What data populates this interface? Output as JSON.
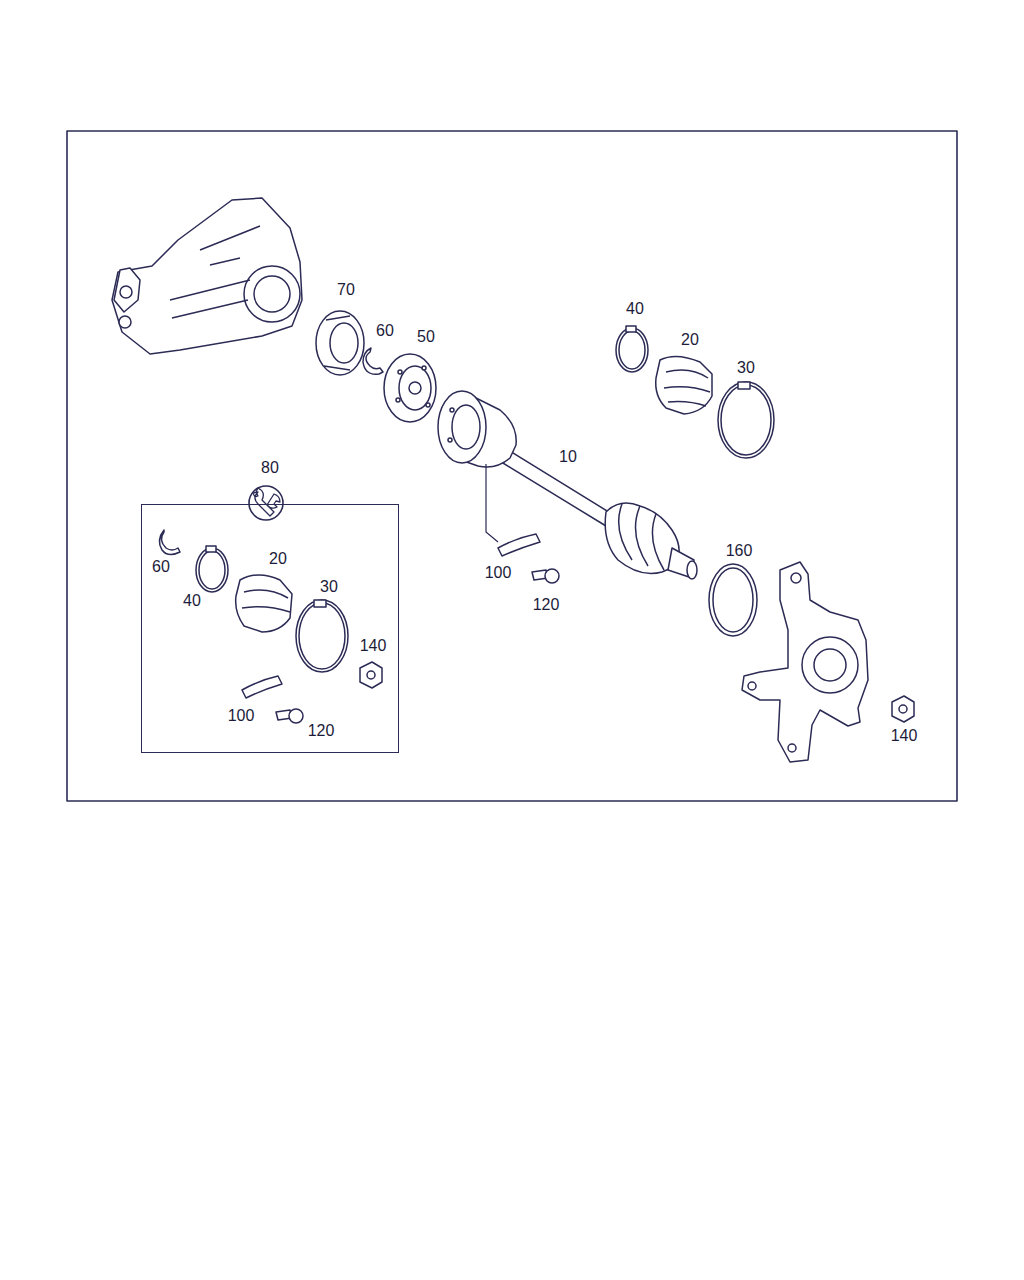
{
  "diagram": {
    "nodes": [
      {
        "text": [
          "80"
        ]
      }
    ],
    "labels": [
      "70",
      "60",
      "50",
      "40",
      "20",
      "30",
      "10",
      "100",
      "120",
      "160",
      "140",
      "60",
      "40",
      "20",
      "30",
      "140",
      "100",
      "120"
    ]
  }
}
